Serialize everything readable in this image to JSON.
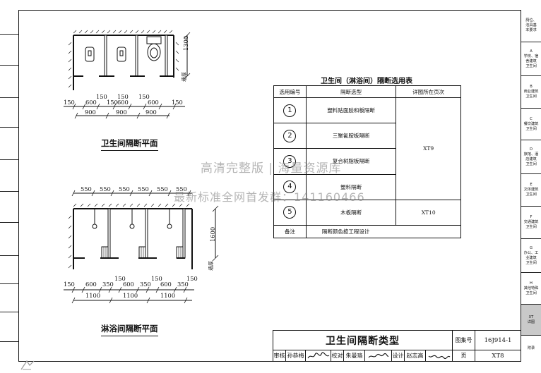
{
  "right_tabs": [
    {
      "label": "厕位、\n洁具基\n本要求"
    },
    {
      "label": "A\n学校、宿\n舍建筑\n卫生间"
    },
    {
      "label": "B\n商业建筑\n卫生间"
    },
    {
      "label": "C\n餐饮建筑\n卫生间"
    },
    {
      "label": "D\n旅馆、酒\n店建筑\n卫生间"
    },
    {
      "label": "E\n文体建筑\n卫生间"
    },
    {
      "label": "F\n交通建筑\n卫生间"
    },
    {
      "label": "G\n办公、工\n业建筑\n卫生间"
    },
    {
      "label": "H\n其他特殊\n卫生间"
    },
    {
      "label": "XT\n详图"
    },
    {
      "label": "附录"
    }
  ],
  "plan_toilet": {
    "title": "卫生间隔断平面",
    "dims_top": [
      "150",
      "150",
      "150",
      "600",
      "600",
      "600",
      "150",
      "150",
      "150"
    ],
    "dims_bottom": [
      "900",
      "900",
      "900"
    ],
    "dim_vertical": "1300",
    "wall_label": "墙厚"
  },
  "plan_shower": {
    "title": "淋浴间隔断平面",
    "dims_top": [
      "550",
      "550",
      "550",
      "550",
      "550",
      "550"
    ],
    "dims_mid": [
      "150",
      "600",
      "350",
      "150",
      "600",
      "350",
      "150",
      "600",
      "350",
      "150"
    ],
    "dims_bottom": [
      "1100",
      "1100",
      "1100"
    ],
    "dim_vertical": "1600",
    "wall_label": "墙厚"
  },
  "selection_table": {
    "title": "卫生间（淋浴间）隔断选用表",
    "headers": [
      "选用编号",
      "隔断选型",
      "详图所在页次"
    ],
    "rows": [
      {
        "no": "1",
        "type": "塑料贴面胶和板隔断"
      },
      {
        "no": "2",
        "type": "三聚氰胺板隔断"
      },
      {
        "no": "3",
        "type": "复合树脂板隔断"
      },
      {
        "no": "4",
        "type": "塑料隔断"
      },
      {
        "no": "5",
        "type": "木板隔断"
      }
    ],
    "page_xt9": "XT9",
    "page_xt10": "XT10",
    "note_label": "备注",
    "note_text": "隔断颜色按工程设计"
  },
  "title_block": {
    "drawing_title": "卫生间隔断类型",
    "atlas_label": "图集号",
    "atlas_no": "16J914-1",
    "review_label": "审核",
    "review_name": "孙恭梅",
    "check_label": "校对",
    "check_name": "朱曼珞",
    "design_label": "设计",
    "design_name": "赵志高",
    "page_label": "页",
    "page_no": "XT8"
  },
  "watermarks": {
    "line1": "高清完整版 | 海量资源库",
    "line2": "最新标准全网首发群：141160466"
  }
}
